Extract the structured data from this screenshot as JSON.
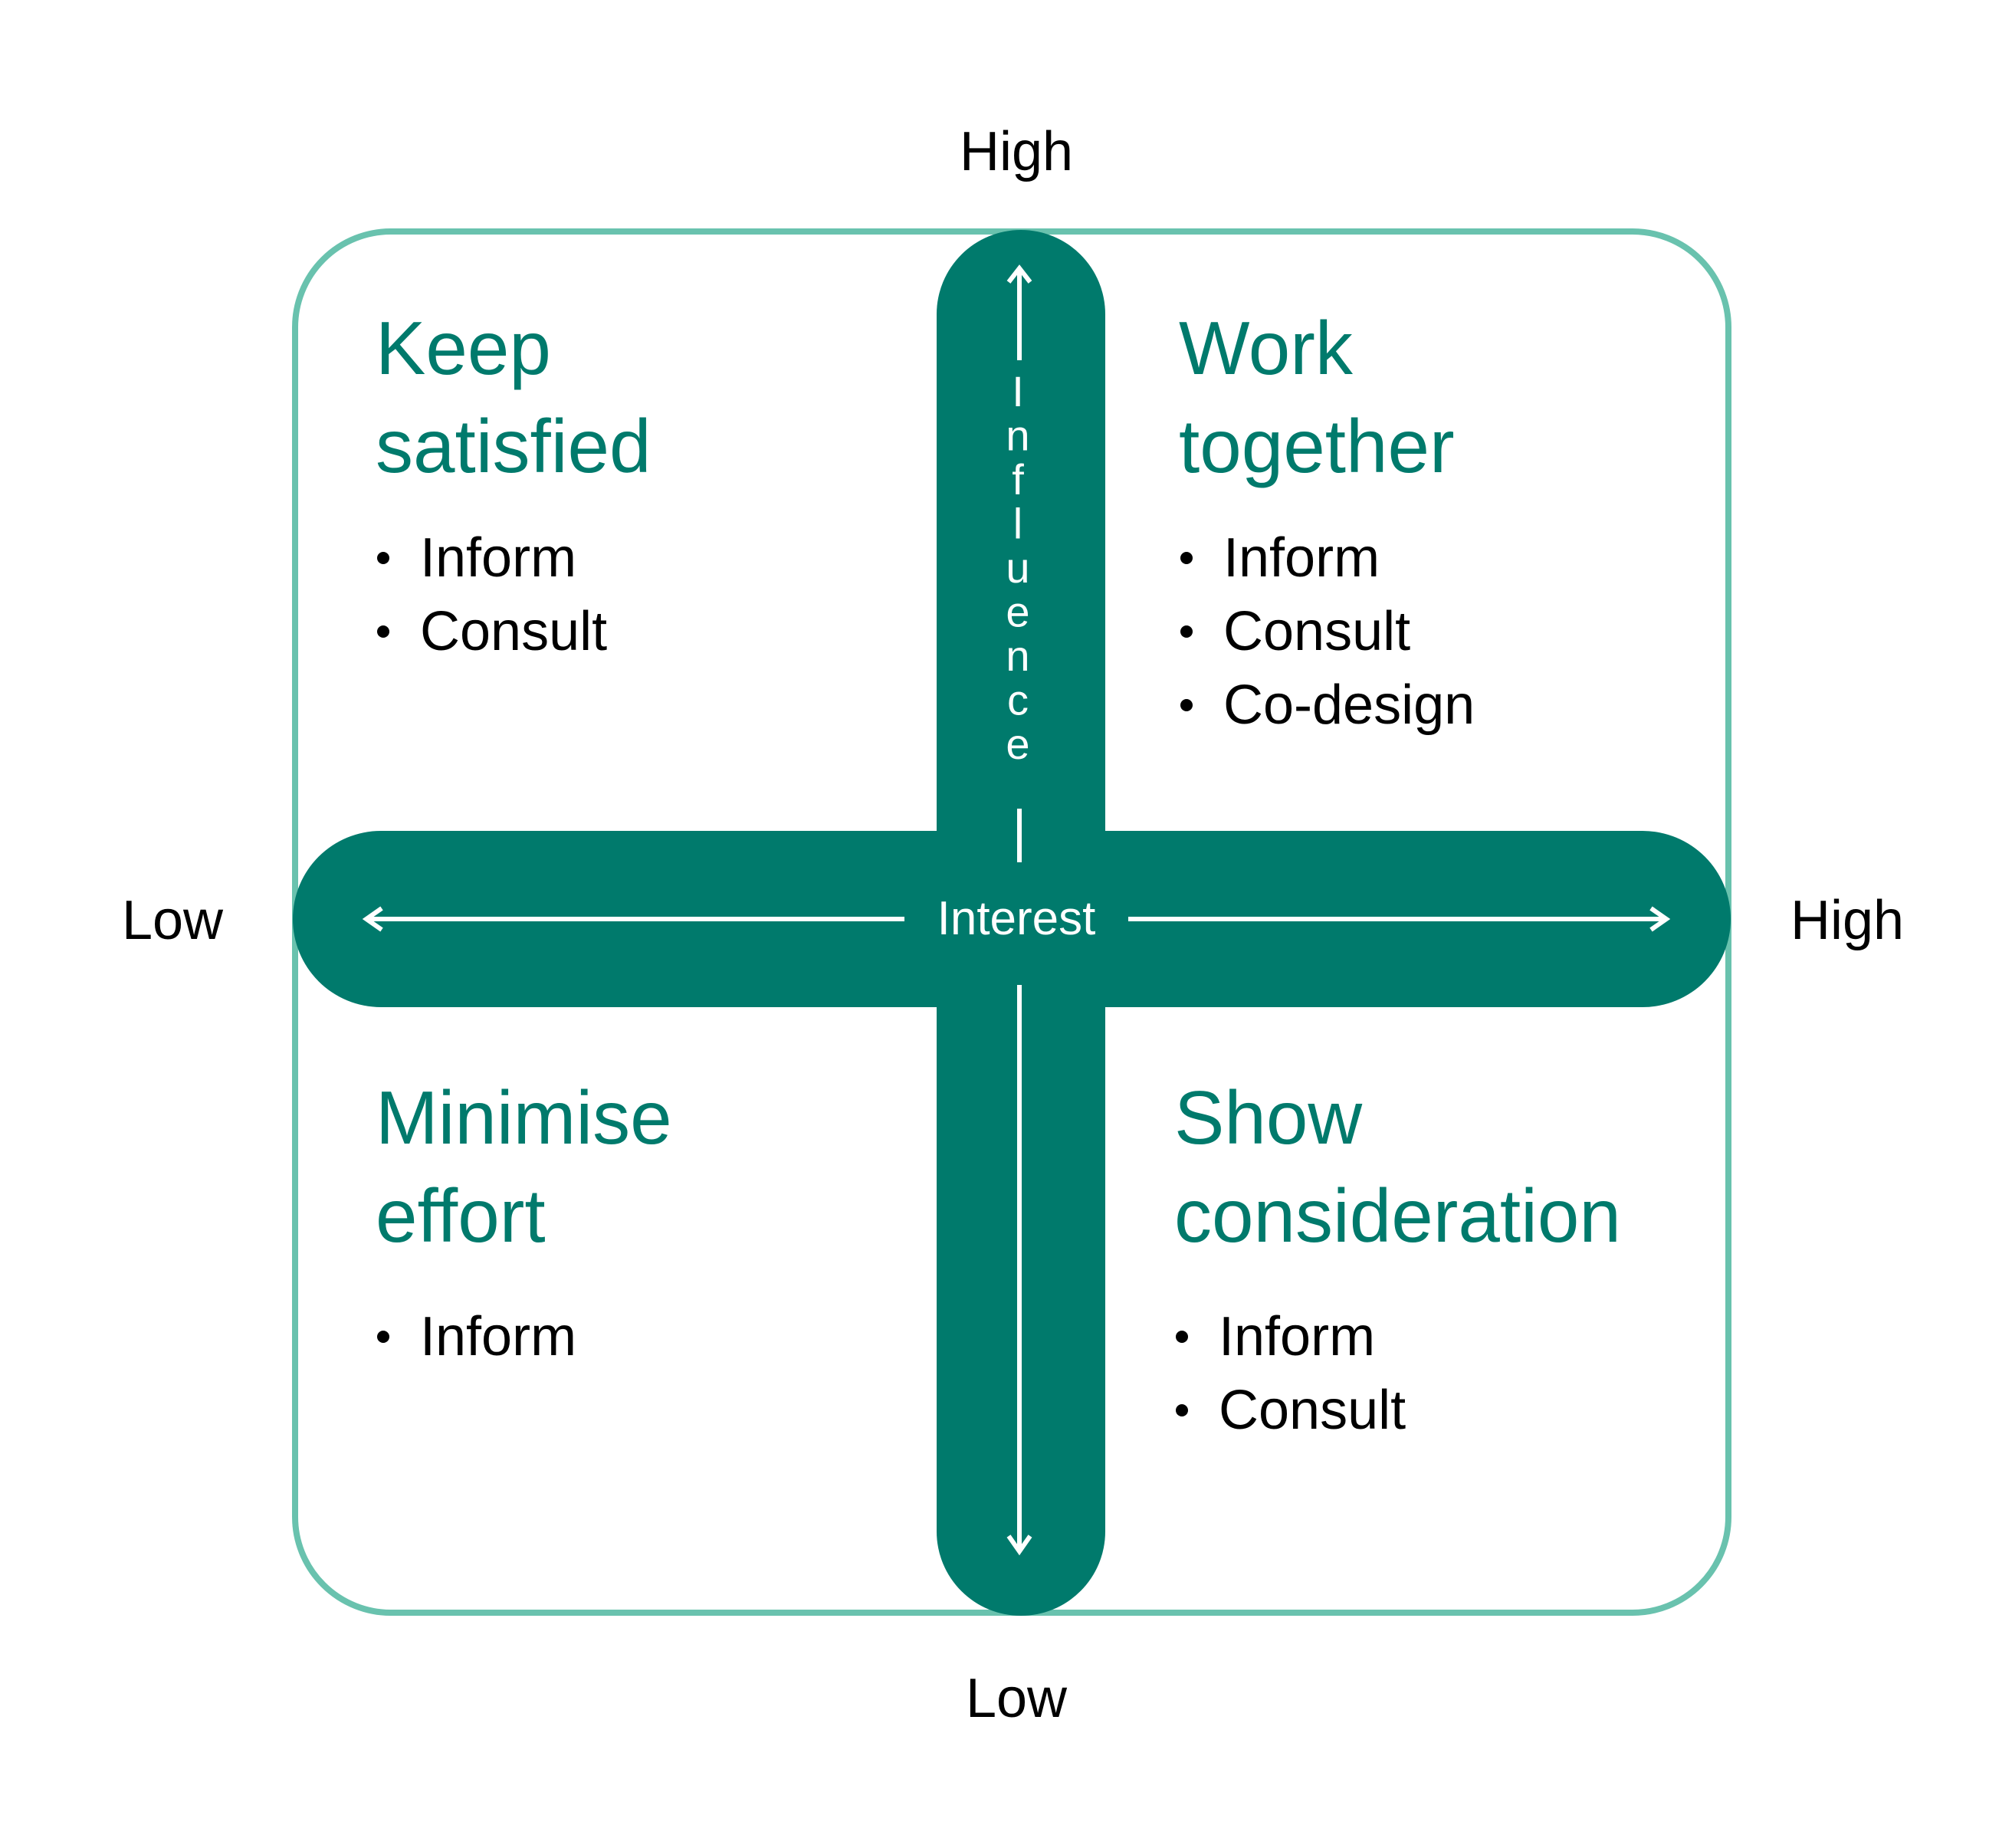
{
  "colors": {
    "accent": "#007a6c",
    "frame": "#69c2ae",
    "text": "#000000",
    "arrow": "#ffffff"
  },
  "axes": {
    "vertical": {
      "name": "Influence",
      "high": "High",
      "low": "Low"
    },
    "horizontal": {
      "name": "Interest",
      "low": "Low",
      "high": "High"
    }
  },
  "quadrants": {
    "top_left": {
      "title_lines": [
        "Keep",
        "satisfied"
      ],
      "items": [
        "Inform",
        "Consult"
      ]
    },
    "top_right": {
      "title_lines": [
        "Work",
        "together"
      ],
      "items": [
        "Inform",
        "Consult",
        "Co-design"
      ]
    },
    "bottom_left": {
      "title_lines": [
        "Minimise",
        "effort"
      ],
      "items": [
        "Inform"
      ]
    },
    "bottom_right": {
      "title_lines": [
        "Show",
        "consideration"
      ],
      "items": [
        "Inform",
        "Consult"
      ]
    }
  }
}
